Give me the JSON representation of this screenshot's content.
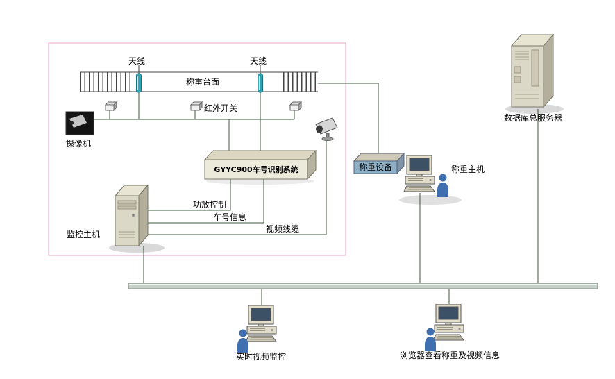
{
  "diagram": {
    "nodes": {
      "antenna_left": {
        "label": "天线"
      },
      "antenna_right": {
        "label": "天线"
      },
      "platform": {
        "label": "称重台面"
      },
      "ir_switch": {
        "label": "红外开关"
      },
      "camera": {
        "label": "摄像机"
      },
      "recognition": {
        "label": "GYYC900车号识别系统"
      },
      "monitor_host": {
        "label": "监控主机"
      },
      "weighing_device": {
        "label": "称重设备"
      },
      "weighing_host": {
        "label": "称重主机"
      },
      "db_server": {
        "label": "数据库总服务器"
      },
      "realtime_video": {
        "label": "实时视频监控"
      },
      "browser_view": {
        "label": "浏览器查看称重及视频信息"
      }
    },
    "edges": {
      "amp_control": {
        "label": "功放控制"
      },
      "car_number": {
        "label": "车号信息"
      },
      "video_cable": {
        "label": "视频线缆"
      }
    },
    "colors": {
      "frame_pink": "#eba6c9",
      "connector_line": "#3c5a3c",
      "antenna_teal": "#2fa3b3",
      "person_blue": "#3f6fae",
      "bus_gray": "#c6d0c8",
      "box_beige": "#dcd8c7"
    }
  }
}
